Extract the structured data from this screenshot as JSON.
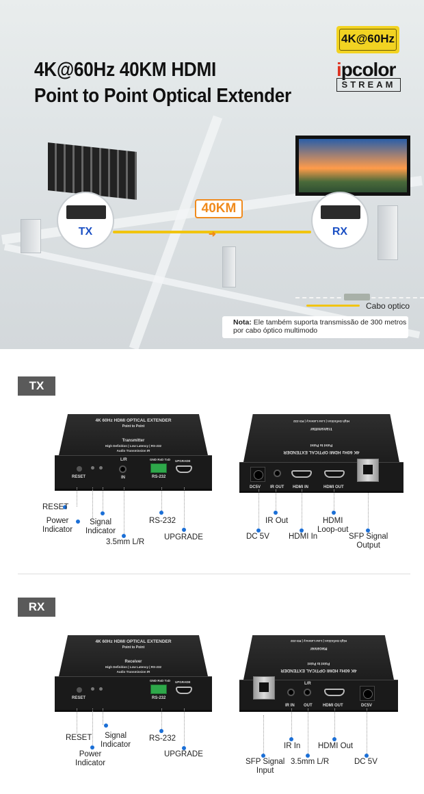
{
  "banner": {
    "title_line1": "4K@60Hz 40KM HDMI",
    "title_line2": "Point to Point Optical Extender",
    "badge": "4K@60Hz",
    "logo_prefix": "i",
    "logo_rest": "pcolor",
    "logo_sub": "STREAM",
    "tx_label": "TX",
    "rx_label": "RX",
    "distance": "40KM",
    "legend_label": "Cabo optico",
    "note_bold": "Nota:",
    "note_text": " Ele também suporta transmissão de 300 metros por cabo óptico multimodo"
  },
  "device": {
    "model": "4K 60Hz HDMI OPTICAL EXTENDER",
    "subtitle": "Point to Point",
    "features": "High Definition | Low Latency | RS-232",
    "audio": "Audio Transmission  IR",
    "tx_name": "Transmitter",
    "rx_name": "Receiver",
    "port_reset": "RESET",
    "port_lr": "L/R",
    "port_in": "IN",
    "port_out": "OUT",
    "port_rs232": "RS-232",
    "port_rs232_pins": "GND RxD TxD",
    "port_upgrade": "UPGRADE",
    "port_dc": "DC5V",
    "port_irout": "IR OUT",
    "port_irin": "IR IN",
    "port_hdmiin": "HDMI IN",
    "port_hdmiout": "HDMI OUT"
  },
  "tx": {
    "tag": "TX",
    "front_callouts": {
      "reset": "RESET",
      "power1": "Power",
      "power2": "Indicator",
      "signal1": "Signal",
      "signal2": "Indicator",
      "audio": "3.5mm L/R",
      "rs232": "RS-232",
      "upgrade": "UPGRADE"
    },
    "rear_callouts": {
      "dc": "DC 5V",
      "irout": "IR Out",
      "hdmiin": "HDMI In",
      "loop1": "HDMI",
      "loop2": "Loop-out",
      "sfp1": "SFP Signal",
      "sfp2": "Output"
    }
  },
  "rx": {
    "tag": "RX",
    "front_callouts": {
      "reset": "RESET",
      "power1": "Power",
      "power2": "Indicator",
      "signal1": "Signal",
      "signal2": "Indicator",
      "rs232": "RS-232",
      "upgrade": "UPGRADE"
    },
    "rear_callouts": {
      "sfp1": "SFP Signal",
      "sfp2": "Input",
      "irin": "IR In",
      "audio": "3.5mm L/R",
      "hdmiout": "HDMI Out",
      "dc": "DC 5V"
    }
  },
  "colors": {
    "accent": "#1b6fd6",
    "badge": "#f2d322",
    "distance": "#f08a1c",
    "cable": "#f1c40f"
  }
}
